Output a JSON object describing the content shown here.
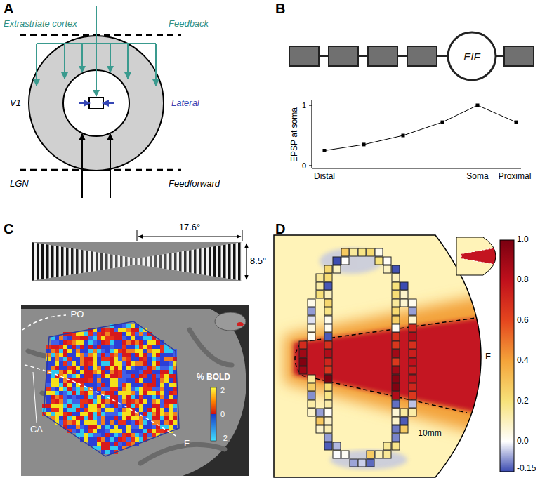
{
  "diagram": {
    "nodes": [
      {
        "text": [
          "EIF"
        ]
      }
    ],
    "labels": [
      "A",
      "Extrastriate cortex",
      "Feedback",
      "V1",
      "Lateral",
      "LGN",
      "Feedforward",
      "B",
      "1",
      "EPSP at soma",
      "0",
      "Distal",
      "Soma",
      "Proximal",
      "C",
      "17.6°",
      "8.5°",
      "PO",
      "CA",
      "F",
      "% BOLD",
      "2",
      "0",
      "-2",
      "D",
      "F",
      "10mm",
      "1.0",
      "0.8",
      "0.6",
      "0.4",
      "0.2",
      "0.0",
      "-0.15"
    ]
  }
}
